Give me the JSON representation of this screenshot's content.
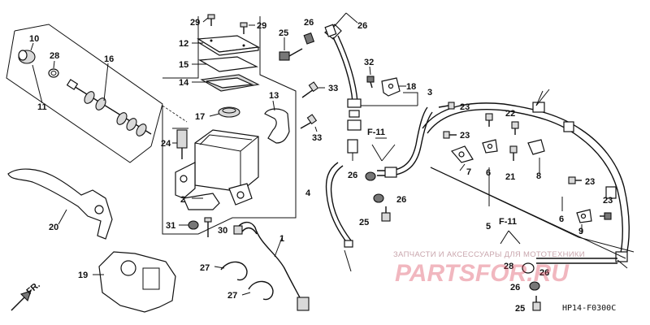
{
  "labels": {
    "p1": "1",
    "p2": "2",
    "p3": "3",
    "p4": "4",
    "p5": "5",
    "p6a": "6",
    "p6b": "6",
    "p7": "7",
    "p8": "8",
    "p9": "9",
    "p10": "10",
    "p11": "11",
    "p12": "12",
    "p13": "13",
    "p14": "14",
    "p15": "15",
    "p16": "16",
    "p17": "17",
    "p18": "18",
    "p19": "19",
    "p20": "20",
    "p21": "21",
    "p22": "22",
    "p23a": "23",
    "p23b": "23",
    "p23c": "23",
    "p23d": "23",
    "p24": "24",
    "p25a": "25",
    "p25b": "25",
    "p25c": "25",
    "p26a": "26",
    "p26b": "26",
    "p26c": "26",
    "p26d": "26",
    "p26e": "26",
    "p26f": "26",
    "p27a": "27",
    "p27b": "27",
    "p28": "28",
    "p29a": "29",
    "p29b": "29",
    "p30": "30",
    "p31": "31",
    "p32": "32",
    "p33a": "33",
    "p33b": "33"
  },
  "refs": {
    "f11_top": "F-11",
    "f11_bottom": "F-11",
    "fr": "FR."
  },
  "diagram_code": "HP14-F0300C",
  "watermark": {
    "tagline": "ЗАПЧАСТИ И АКСЕССУАРЫ ДЛЯ МОТОТЕХНИКИ",
    "logo": "PARTSFOR.RU",
    "logo_color": "#d8334a"
  }
}
